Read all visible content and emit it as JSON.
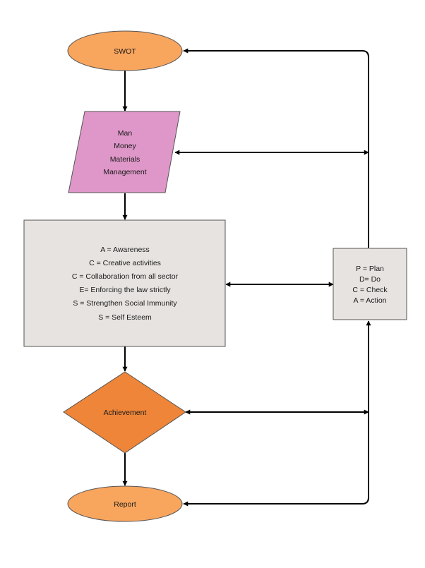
{
  "diagram": {
    "nodes": {
      "swot": {
        "label": "SWOT",
        "shape": "ellipse",
        "fill": "#F8A55E"
      },
      "resources": {
        "shape": "parallelogram",
        "fill": "#DE97C8",
        "lines": [
          "Man",
          "Money",
          "Materials",
          "Management"
        ]
      },
      "acceess": {
        "shape": "rectangle",
        "fill": "#E6E3E0",
        "lines": [
          "A = Awareness",
          "C = Creative activities",
          "C = Collaboration from all sector",
          "E= Enforcing the law strictly",
          "S = Strengthen Social Immunity",
          "S = Self Esteem"
        ]
      },
      "pdca": {
        "shape": "rectangle",
        "fill": "#E6E3E0",
        "lines": [
          "P = Plan",
          "D= Do",
          "C = Check",
          "A = Action"
        ]
      },
      "achievement": {
        "label": "Achievement",
        "shape": "diamond",
        "fill": "#EE8538"
      },
      "report": {
        "label": "Report",
        "shape": "ellipse",
        "fill": "#F8A55E"
      }
    },
    "edges": [
      {
        "from": "swot",
        "to": "resources"
      },
      {
        "from": "resources",
        "to": "acceess"
      },
      {
        "from": "acceess",
        "to": "achievement"
      },
      {
        "from": "achievement",
        "to": "report"
      },
      {
        "from": "pdca",
        "to": "swot"
      },
      {
        "from": "pdca",
        "to": "resources",
        "bidirectional": true
      },
      {
        "from": "pdca",
        "to": "acceess",
        "bidirectional": true
      },
      {
        "from": "pdca",
        "to": "achievement",
        "bidirectional": true
      },
      {
        "from": "pdca",
        "to": "report"
      }
    ],
    "stroke_color": "#000000",
    "shape_outline_color": "#555555"
  }
}
